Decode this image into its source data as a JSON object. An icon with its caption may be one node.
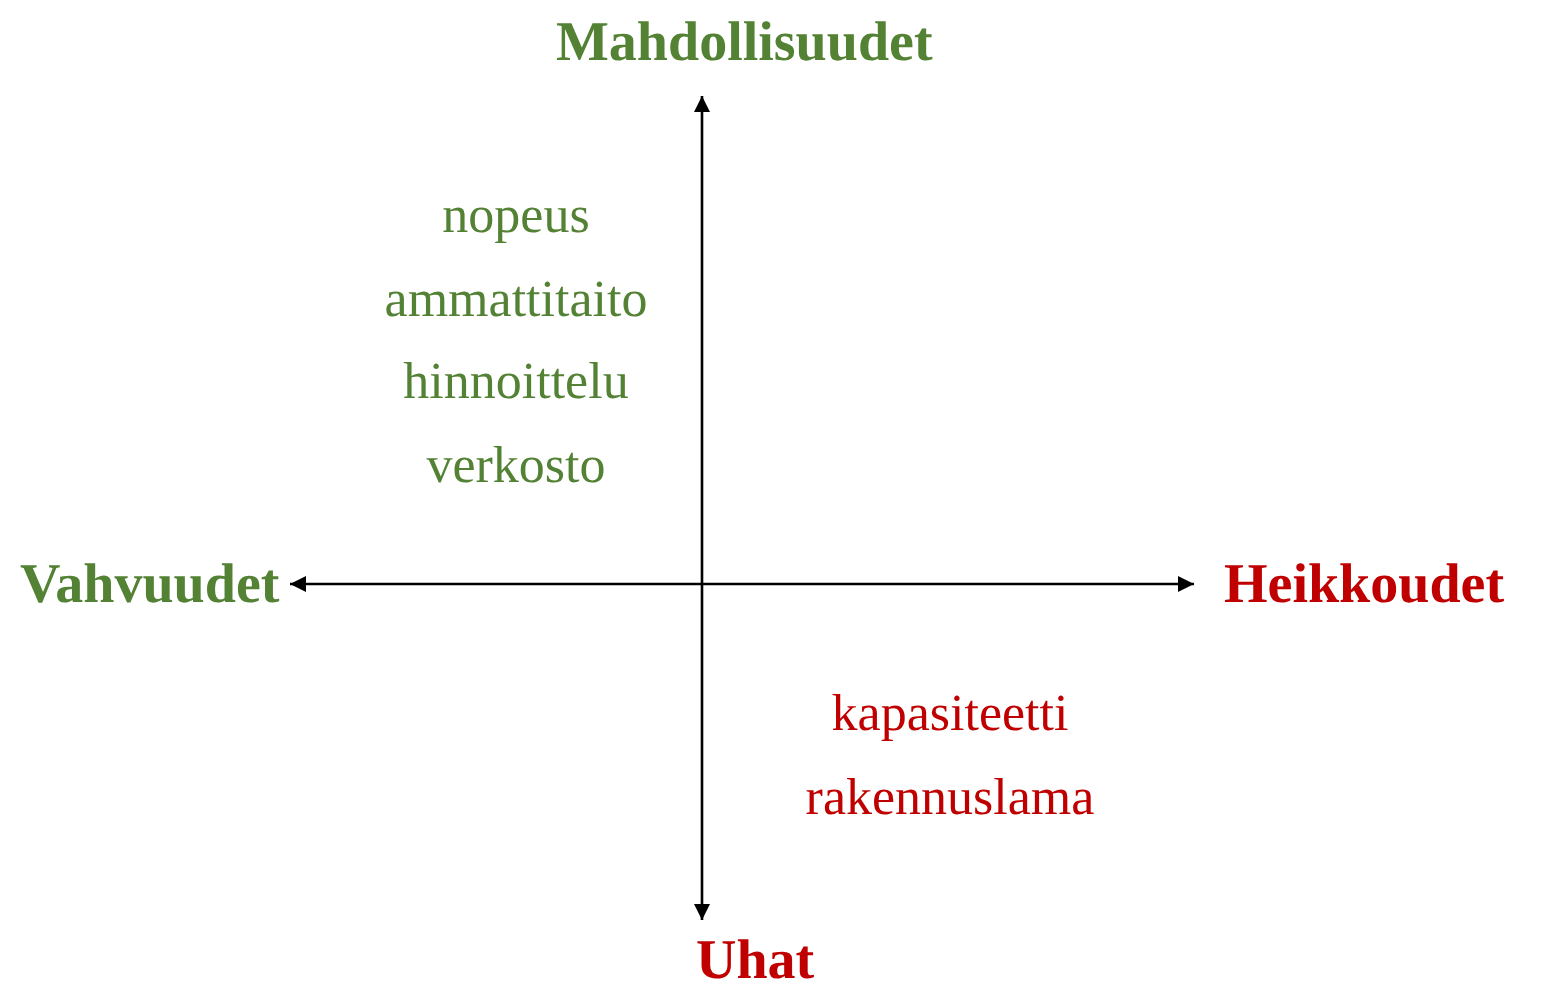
{
  "diagram": {
    "nodes": [
      {
        "text": [
          "Mahdollisuudet"
        ]
      },
      {
        "text": [
          "Vahvuudet"
        ]
      },
      {
        "text": [
          "Heikkoudet"
        ]
      },
      {
        "text": [
          "Uhat"
        ]
      }
    ],
    "edges": [
      {
        "from": 1,
        "to": 2,
        "arrow": "both"
      },
      {
        "from": 0,
        "to": 3,
        "arrow": "both"
      }
    ],
    "labels": [
      "nopeus",
      "ammattitaito",
      "hinnoittelu",
      "verkosto",
      "kapasiteetti",
      "rakennuslama"
    ]
  }
}
